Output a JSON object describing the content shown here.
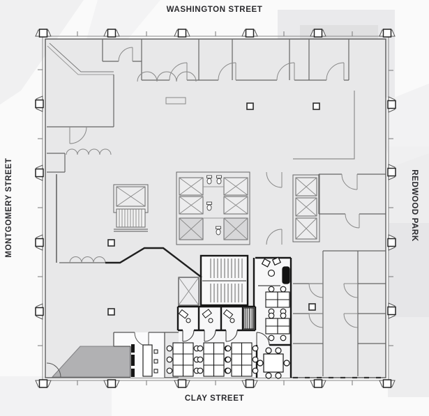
{
  "page": {
    "type": "building-floor-plan",
    "background_color": "#fafafa"
  },
  "streets": {
    "top": "WASHINGTON STREET",
    "left": "MONTGOMERY STREET",
    "right": "REDWOOD PARK",
    "bottom": "CLAY STREET"
  },
  "plan": {
    "label_color": "#2a2a2e",
    "interior_fill": "#e8e8e9",
    "suite_fill": "#f7f7f8",
    "highlight_fill": "#b1b1b3",
    "wall_color": "#666666",
    "bold_wall_color": "#161616",
    "features": [
      "perimeter-columns",
      "elevator-core",
      "stairwells",
      "restroom-fixtures",
      "private-offices",
      "open-office-desk-clusters",
      "meeting-table",
      "kitchen-island",
      "highlighted-suite-area"
    ]
  }
}
